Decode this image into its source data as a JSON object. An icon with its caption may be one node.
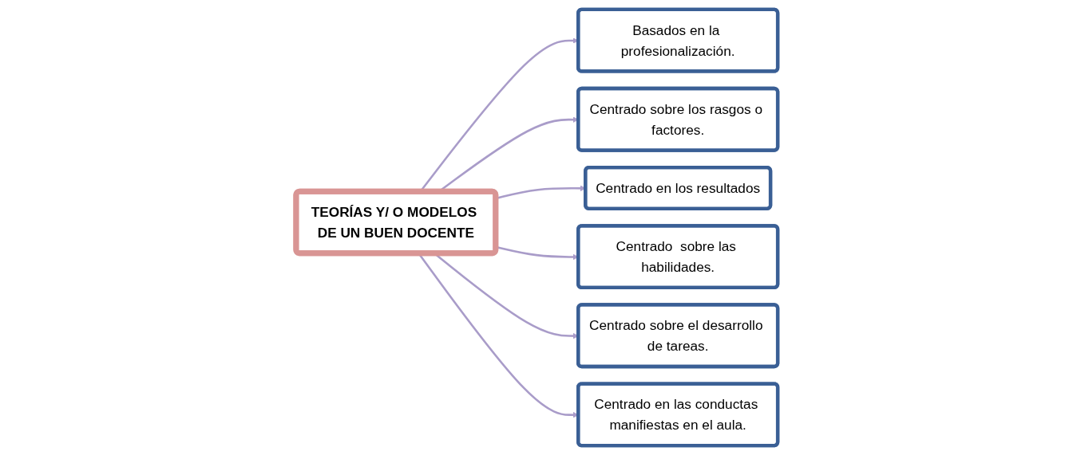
{
  "diagram": {
    "nodes": [
      {
        "text": [
          "Basados en la profesionalización."
        ]
      },
      {
        "text": [
          "Centrado sobre los rasgos o factores."
        ]
      },
      {
        "text": [
          "TEORÍAS Y/ O MODELOS DE UN BUEN DOCENTE"
        ]
      },
      {
        "text": [
          "Centrado en los resultados"
        ]
      },
      {
        "text": [
          "Centrado  sobre las habilidades."
        ]
      },
      {
        "text": [
          "Centrado sobre el desarrollo de tareas."
        ]
      },
      {
        "text": [
          "Centrado en las conductas manifiestas en el aula."
        ]
      }
    ],
    "edges": [
      {
        "from": 2,
        "to": 0,
        "arrow": "to"
      },
      {
        "from": 2,
        "to": 1,
        "arrow": "to"
      },
      {
        "from": 2,
        "to": 3,
        "arrow": "to"
      },
      {
        "from": 2,
        "to": 4,
        "arrow": "to"
      },
      {
        "from": 2,
        "to": 5,
        "arrow": "to"
      },
      {
        "from": 2,
        "to": 6,
        "arrow": "to"
      }
    ]
  }
}
